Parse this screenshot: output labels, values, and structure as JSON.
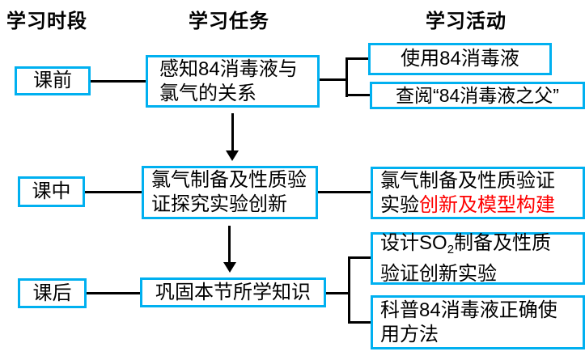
{
  "colors": {
    "accent": "#00B0F0",
    "red": "#FF0000",
    "line": "#000000",
    "background": "#FFFFFF"
  },
  "columns": {
    "period": "学习时段",
    "task": "学习任务",
    "activity": "学习活动"
  },
  "periods": {
    "before": "课前",
    "during": "课中",
    "after": "课后"
  },
  "tasks": {
    "perceive": {
      "line1": "感知84消毒液与",
      "line2": "氯气的关系"
    },
    "chlorine": {
      "line1": "氯气制备及性质验",
      "line2": "证探究实验创新"
    },
    "consolidate": {
      "line1": "巩固本节所学知识"
    }
  },
  "activities": {
    "use84": "使用84消毒液",
    "lookup": "查阅“84消毒液之父”",
    "model": {
      "line1": "氯气制备及性质验证",
      "line2_black": "实验",
      "line2_red": "创新及模型构建"
    },
    "so2": {
      "line1_pre": "设计SO",
      "line1_sub": "2",
      "line1_post": "制备及性质",
      "line2": "验证创新实验"
    },
    "popularize": {
      "line1": "科普84消毒液正确使",
      "line2": "用方法"
    }
  }
}
